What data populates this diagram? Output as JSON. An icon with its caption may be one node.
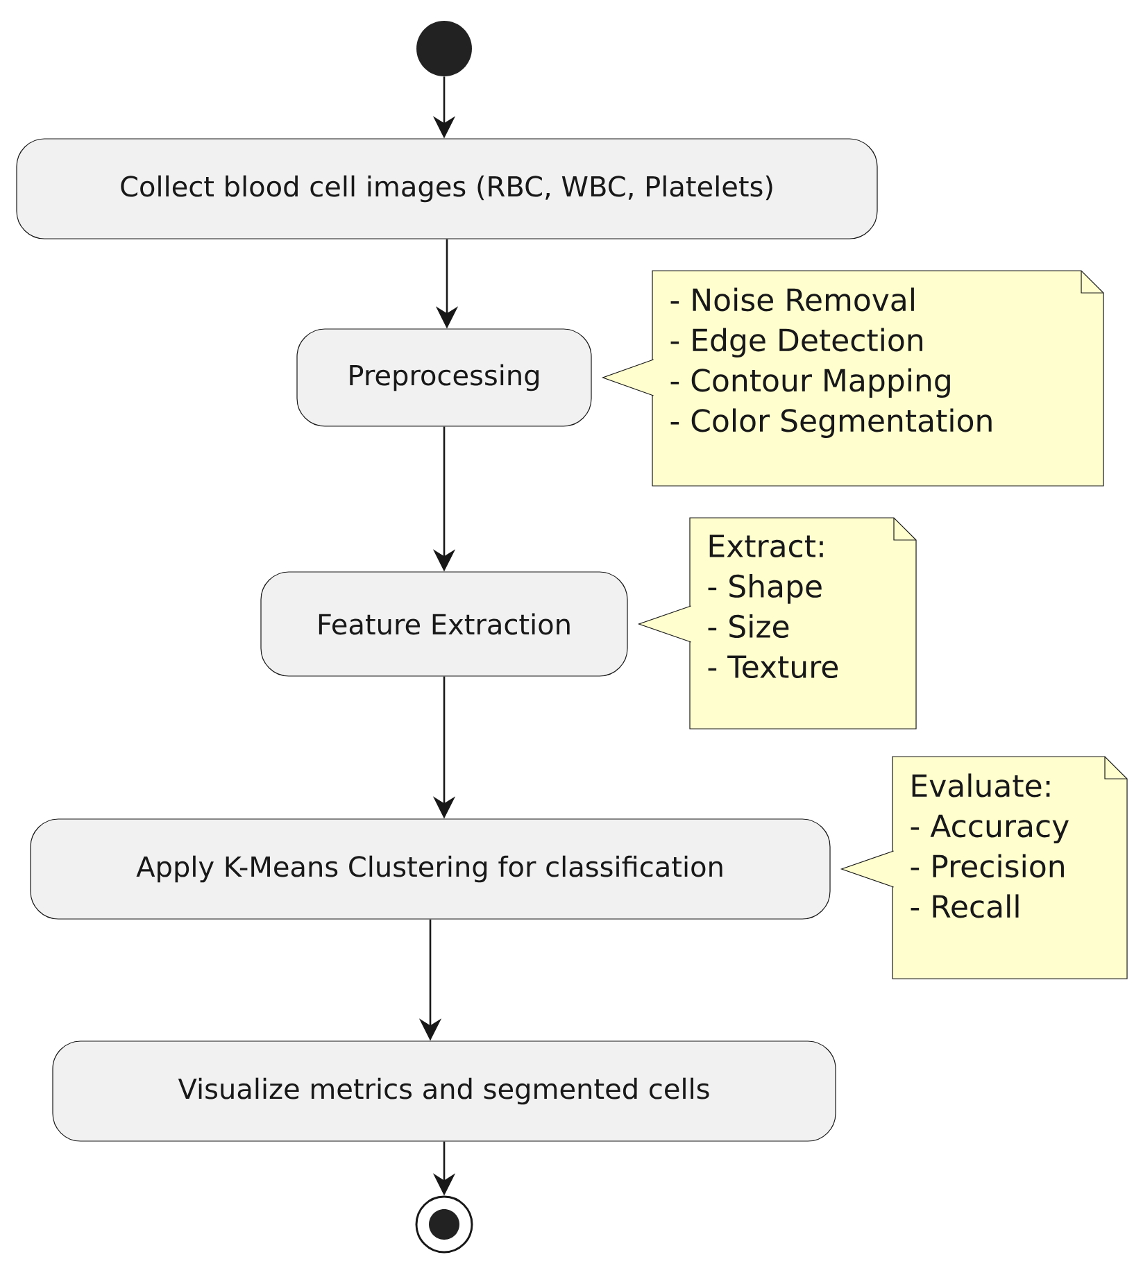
{
  "diagram": {
    "nodes": [
      {
        "text": [],
        "shape": "circle"
      },
      {
        "text": [
          "Collect blood cell images (RBC, WBC, Platelets)"
        ]
      },
      {
        "text": [
          "Preprocessing"
        ]
      },
      {
        "text": [
          "- Noise Removal",
          "- Edge Detection",
          "- Contour Mapping",
          "- Color Segmentation"
        ]
      },
      {
        "text": [
          "Feature Extraction"
        ]
      },
      {
        "text": [
          "Extract:",
          "- Shape",
          "- Size",
          "- Texture"
        ]
      },
      {
        "text": [
          "Apply K-Means Clustering for classification"
        ]
      },
      {
        "text": [
          "Evaluate:",
          "- Accuracy",
          "- Precision",
          "- Recall"
        ]
      },
      {
        "text": [
          "Visualize metrics and segmented cells"
        ]
      },
      {
        "text": [],
        "shape": "bullseye"
      }
    ],
    "edges": [
      {
        "from": 0,
        "to": 1,
        "arrow": "to"
      },
      {
        "from": 1,
        "to": 2,
        "arrow": "to"
      },
      {
        "from": 3,
        "to": 2,
        "arrow": "to"
      },
      {
        "from": 2,
        "to": 4,
        "arrow": "to"
      },
      {
        "from": 5,
        "to": 4,
        "arrow": "to"
      },
      {
        "from": 4,
        "to": 6,
        "arrow": "to"
      },
      {
        "from": 7,
        "to": 6,
        "arrow": "to"
      },
      {
        "from": 6,
        "to": 8,
        "arrow": "to"
      },
      {
        "from": 8,
        "to": 9,
        "arrow": "to"
      }
    ]
  }
}
